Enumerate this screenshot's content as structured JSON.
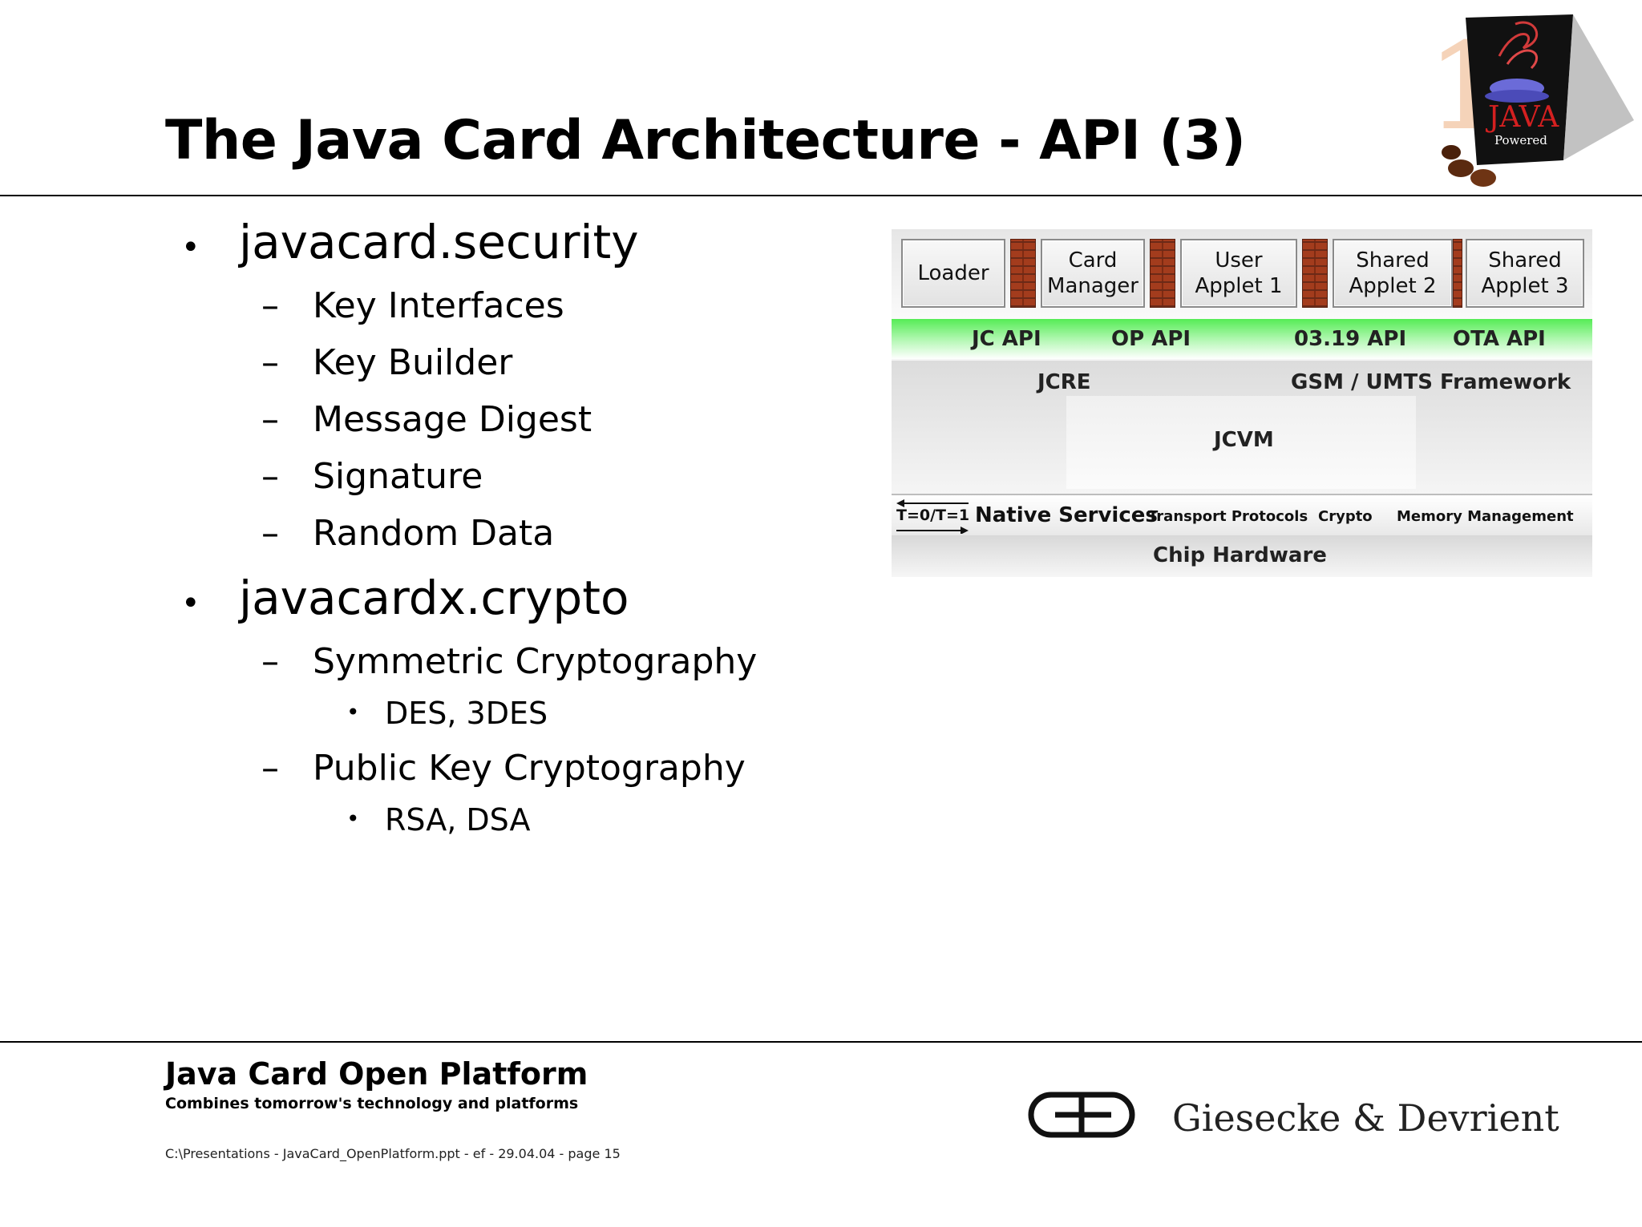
{
  "slide": {
    "title": "The Java Card Architecture - API (3)"
  },
  "logo": {
    "java_text": "JAVA",
    "java_sub": "Powered"
  },
  "content": {
    "items": [
      {
        "text": "javacard.security",
        "children": [
          {
            "text": "Key Interfaces"
          },
          {
            "text": "Key Builder"
          },
          {
            "text": "Message Digest"
          },
          {
            "text": "Signature"
          },
          {
            "text": "Random Data"
          }
        ]
      },
      {
        "text": "javacardx.crypto",
        "children": [
          {
            "text": "Symmetric Cryptography",
            "children": [
              {
                "text": "DES, 3DES"
              }
            ]
          },
          {
            "text": "Public Key Cryptography",
            "children": [
              {
                "text": "RSA, DSA"
              }
            ]
          }
        ]
      }
    ],
    "bullet": "•",
    "dash": "–"
  },
  "diagram": {
    "apps": [
      {
        "line1": "Loader",
        "line2": ""
      },
      {
        "line1": "Card",
        "line2": "Manager"
      },
      {
        "line1": "User",
        "line2": "Applet 1"
      },
      {
        "line1": "Shared",
        "line2": "Applet 2"
      },
      {
        "line1": "Shared",
        "line2": "Applet 3"
      }
    ],
    "apis": [
      "JC API",
      "OP API",
      "03.19 API",
      "OTA API"
    ],
    "jcre": "JCRE",
    "framework": "GSM / UMTS Framework",
    "jcvm": "JCVM",
    "protocol": "T=0/T=1",
    "native_services": "Native Services",
    "transport": "Transport Protocols",
    "crypto": "Crypto",
    "memory": "Memory Management",
    "chip": "Chip Hardware",
    "api_color": "#55ec55",
    "firewall_color": "#a33c1d"
  },
  "footer": {
    "title": "Java Card Open Platform",
    "subtitle": "Combines tomorrow's technology and platforms",
    "path": "C:\\Presentations - JavaCard_OpenPlatform.ppt - ef - 29.04.04 - page 15",
    "company": "Giesecke & Devrient"
  }
}
